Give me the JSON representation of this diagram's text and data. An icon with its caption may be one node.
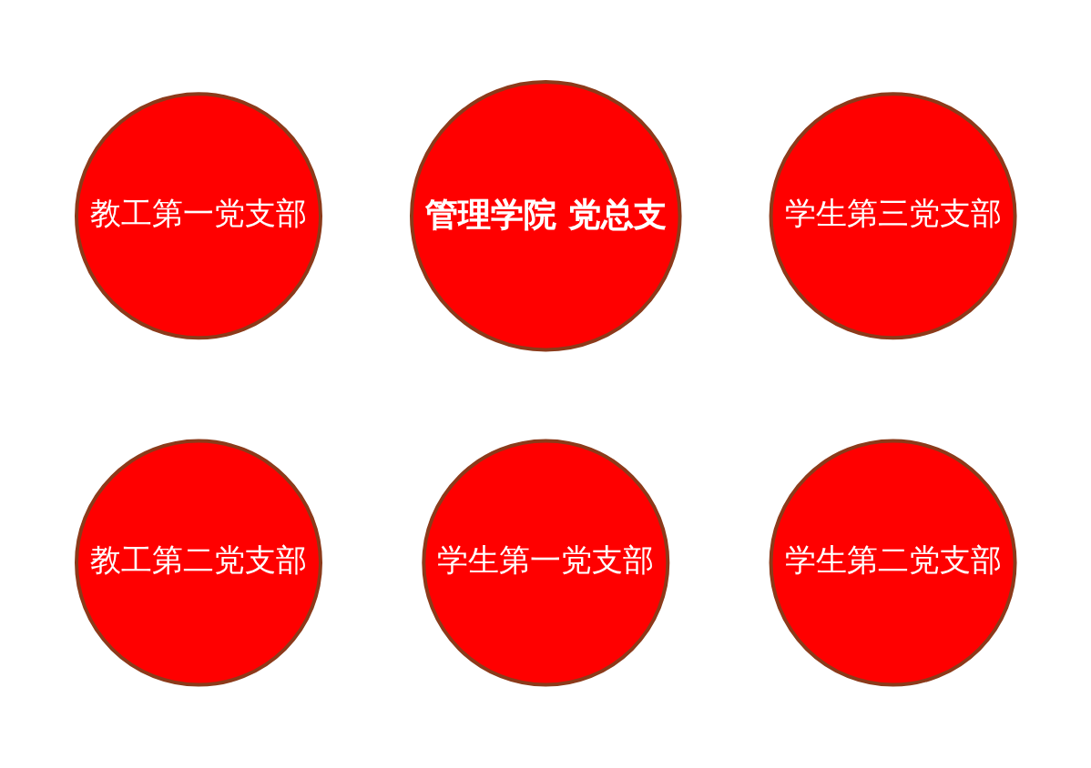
{
  "diagram": {
    "nodes": [
      {
        "text": [
          "教工第一党支部"
        ]
      },
      {
        "text": [
          "管理学院 党总支"
        ]
      },
      {
        "text": [
          "学生第三党支部"
        ]
      },
      {
        "text": [
          "教工第二党支部"
        ]
      },
      {
        "text": [
          "学生第一党支部"
        ]
      },
      {
        "text": [
          "学生第二党支部"
        ]
      }
    ],
    "edges": []
  }
}
